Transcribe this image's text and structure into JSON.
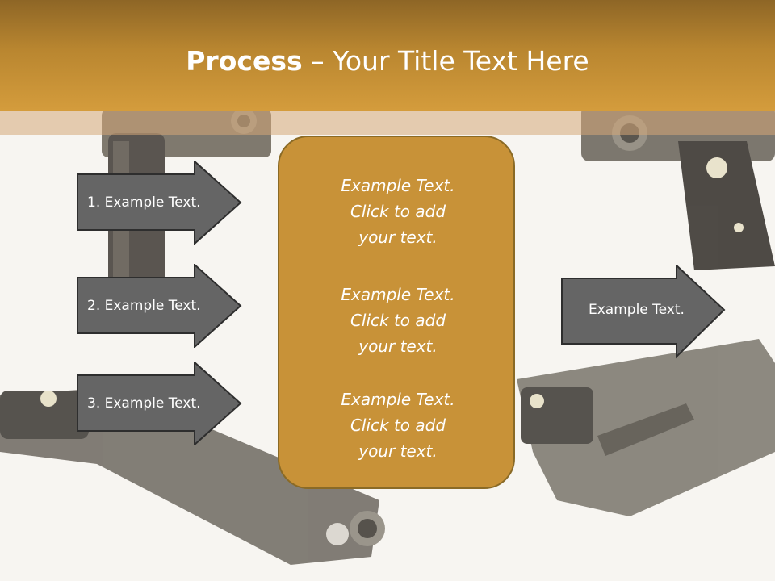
{
  "slide": {
    "title_bold": "Process",
    "title_rest": " – Your Title Text Here"
  },
  "left_arrows": [
    {
      "label": "1. Example Text."
    },
    {
      "label": "2. Example Text."
    },
    {
      "label": "3. Example Text."
    }
  ],
  "center_box": {
    "blocks": [
      {
        "lines": [
          "Example Text.",
          "Click  to add",
          "your text."
        ]
      },
      {
        "lines": [
          "Example Text.",
          "Click  to add",
          "your text."
        ]
      },
      {
        "lines": [
          "Example Text.",
          "Click  to add",
          "your text."
        ]
      }
    ]
  },
  "right_arrow": {
    "label": "Example Text."
  },
  "colors": {
    "header": "#b98630",
    "center_box": "#c89238",
    "arrow_fill": "#656565",
    "arrow_stroke": "#2e2e2e"
  },
  "icons": {
    "background": "pistols-photo"
  }
}
